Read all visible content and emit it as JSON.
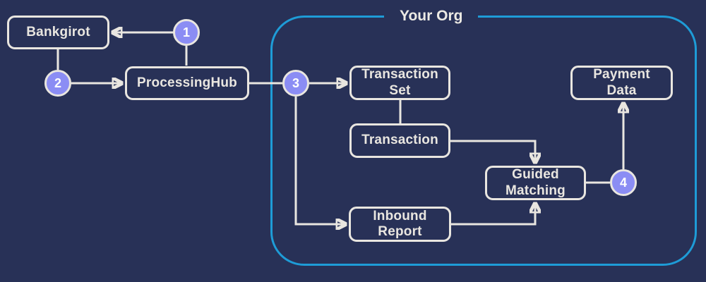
{
  "container": {
    "title": "Your Org"
  },
  "nodes": {
    "bankgirot": {
      "label": "Bankgirot"
    },
    "processing_hub": {
      "label": "ProcessingHub"
    },
    "transaction_set": {
      "label": "Transaction\nSet"
    },
    "transaction": {
      "label": "Transaction"
    },
    "inbound_report": {
      "label": "Inbound\nReport"
    },
    "guided_matching": {
      "label": "Guided\nMatching"
    },
    "payment_data": {
      "label": "Payment\nData"
    }
  },
  "steps": {
    "s1": "1",
    "s2": "2",
    "s3": "3",
    "s4": "4"
  },
  "edges": [
    {
      "from": "step-1",
      "to": "bankgirot",
      "arrow": true
    },
    {
      "from": "step-1",
      "to": "processing-hub",
      "arrow": false
    },
    {
      "from": "bankgirot",
      "to": "step-2",
      "arrow": false
    },
    {
      "from": "step-2",
      "to": "processing-hub",
      "arrow": true
    },
    {
      "from": "processing-hub",
      "to": "step-3",
      "arrow": false
    },
    {
      "from": "step-3",
      "to": "transaction-set",
      "arrow": true
    },
    {
      "from": "step-3",
      "to": "inbound-report",
      "arrow": true
    },
    {
      "from": "transaction-set",
      "to": "transaction",
      "arrow": false
    },
    {
      "from": "transaction",
      "to": "guided-matching",
      "arrow": true
    },
    {
      "from": "inbound-report",
      "to": "guided-matching",
      "arrow": true
    },
    {
      "from": "guided-matching",
      "to": "step-4",
      "arrow": false
    },
    {
      "from": "step-4",
      "to": "payment-data",
      "arrow": true
    }
  ],
  "colors": {
    "background": "#283157",
    "line": "#e9e6e0",
    "node_border": "#e9e6e0",
    "node_text": "#e9e6e0",
    "step_fill": "#8b8df4",
    "step_text": "#ffffff",
    "org_border": "#1e9cd7"
  }
}
